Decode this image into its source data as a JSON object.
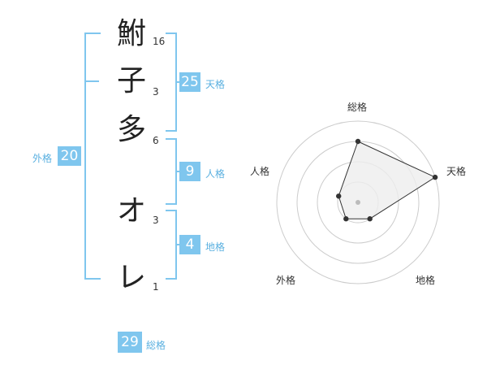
{
  "name_chars": [
    {
      "char": "鮒",
      "strokes": "16"
    },
    {
      "char": "子",
      "strokes": "3"
    },
    {
      "char": "多",
      "strokes": "6"
    },
    {
      "char": "オ",
      "strokes": "3"
    },
    {
      "char": "レ",
      "strokes": "1"
    }
  ],
  "fortune": {
    "tenkaku": {
      "value": "25",
      "label": "天格"
    },
    "jinkaku": {
      "value": "9",
      "label": "人格"
    },
    "chikaku": {
      "value": "4",
      "label": "地格"
    },
    "gaikaku": {
      "value": "20",
      "label": "外格"
    },
    "soukaku": {
      "value": "29",
      "label": "総格"
    }
  },
  "radar": {
    "labels": {
      "top": "総格",
      "right": "天格",
      "bottom_right": "地格",
      "bottom_left": "外格",
      "left": "人格"
    },
    "rings": 4,
    "levels": [
      3,
      4,
      1,
      1,
      1
    ],
    "axis_order": [
      "総格",
      "天格",
      "地格",
      "外格",
      "人格"
    ],
    "colors": {
      "ring": "#cccccc",
      "fill": "#eeeeee",
      "line": "#333333",
      "dot": "#333333",
      "center": "#bbbbbb"
    }
  }
}
